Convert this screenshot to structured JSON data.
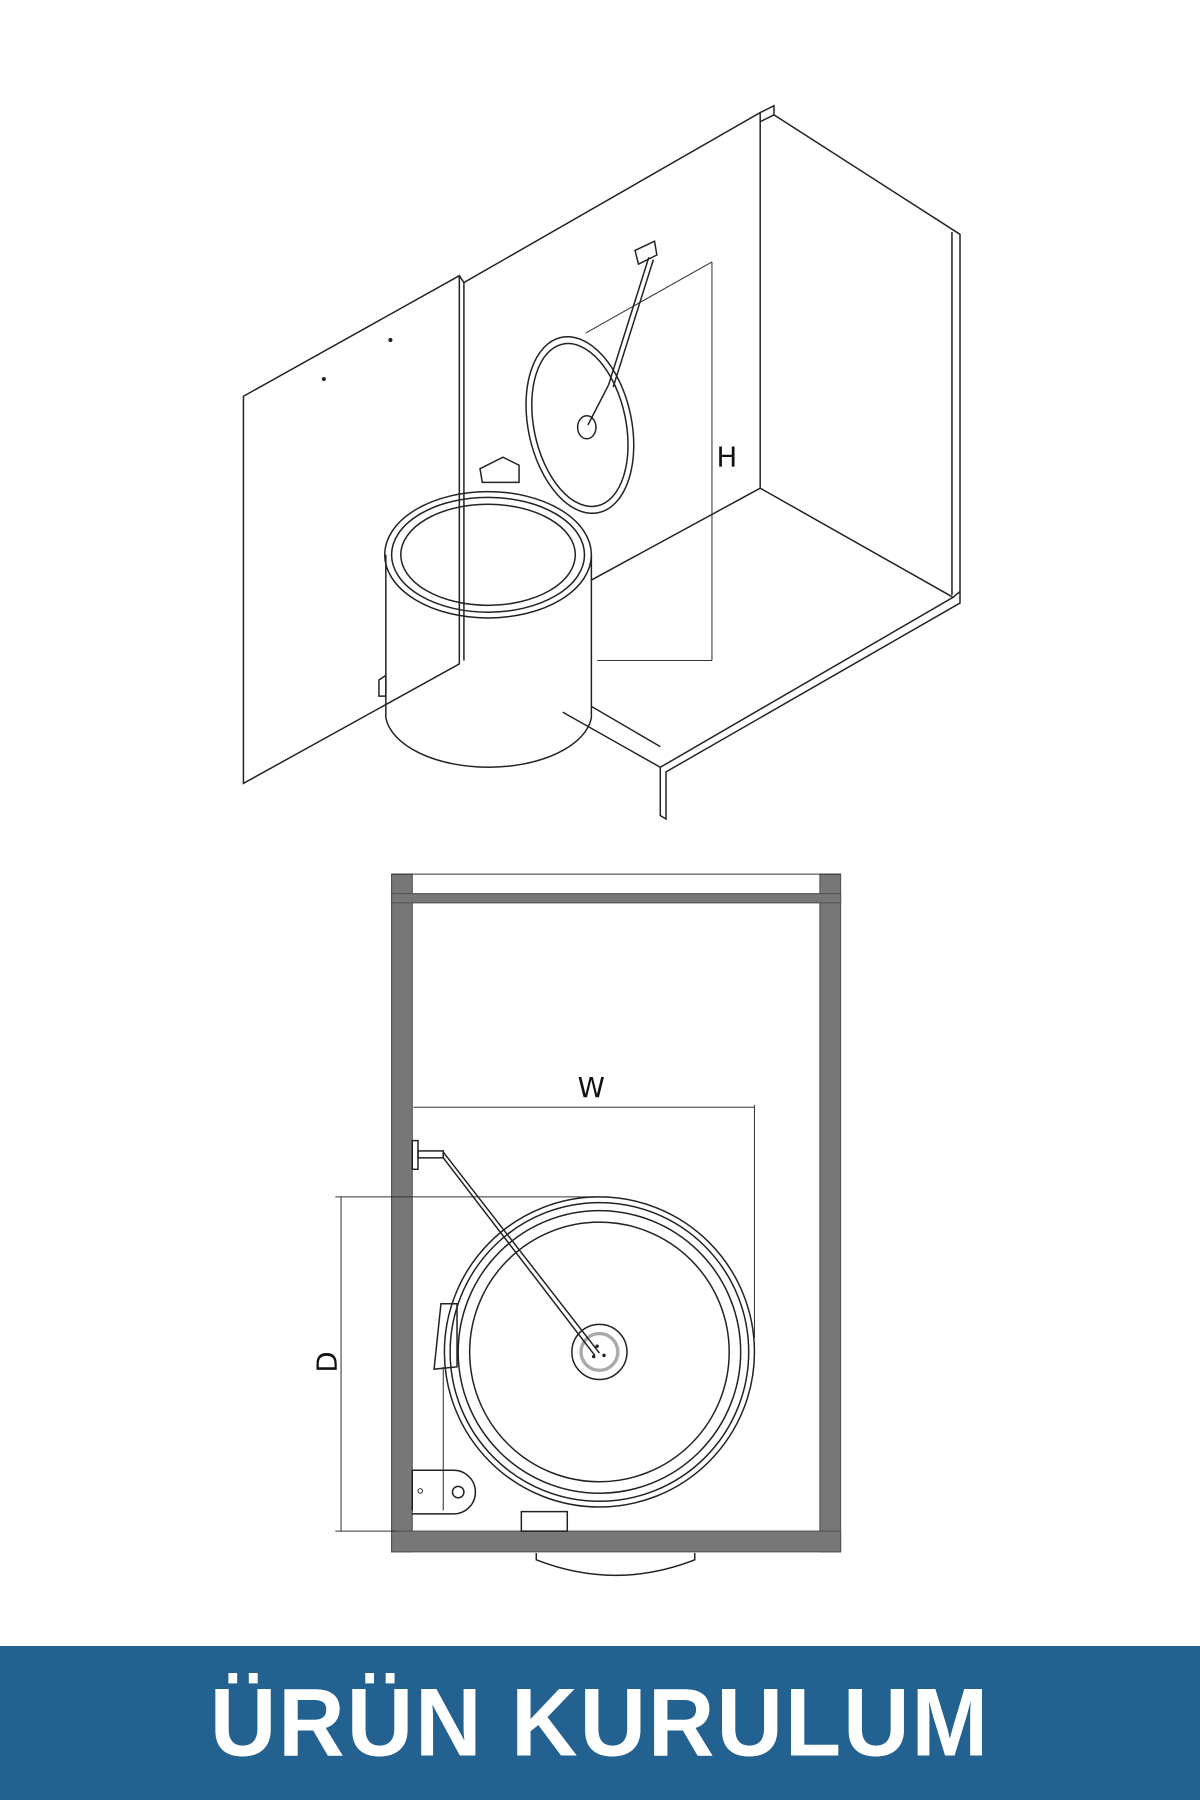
{
  "labels": {
    "height": "H",
    "width": "W",
    "depth": "D"
  },
  "banner": {
    "title": "ÜRÜN KURULUM"
  },
  "colors": {
    "banner_bg": "#236191",
    "banner_text": "#ffffff",
    "wall": "#777777"
  }
}
